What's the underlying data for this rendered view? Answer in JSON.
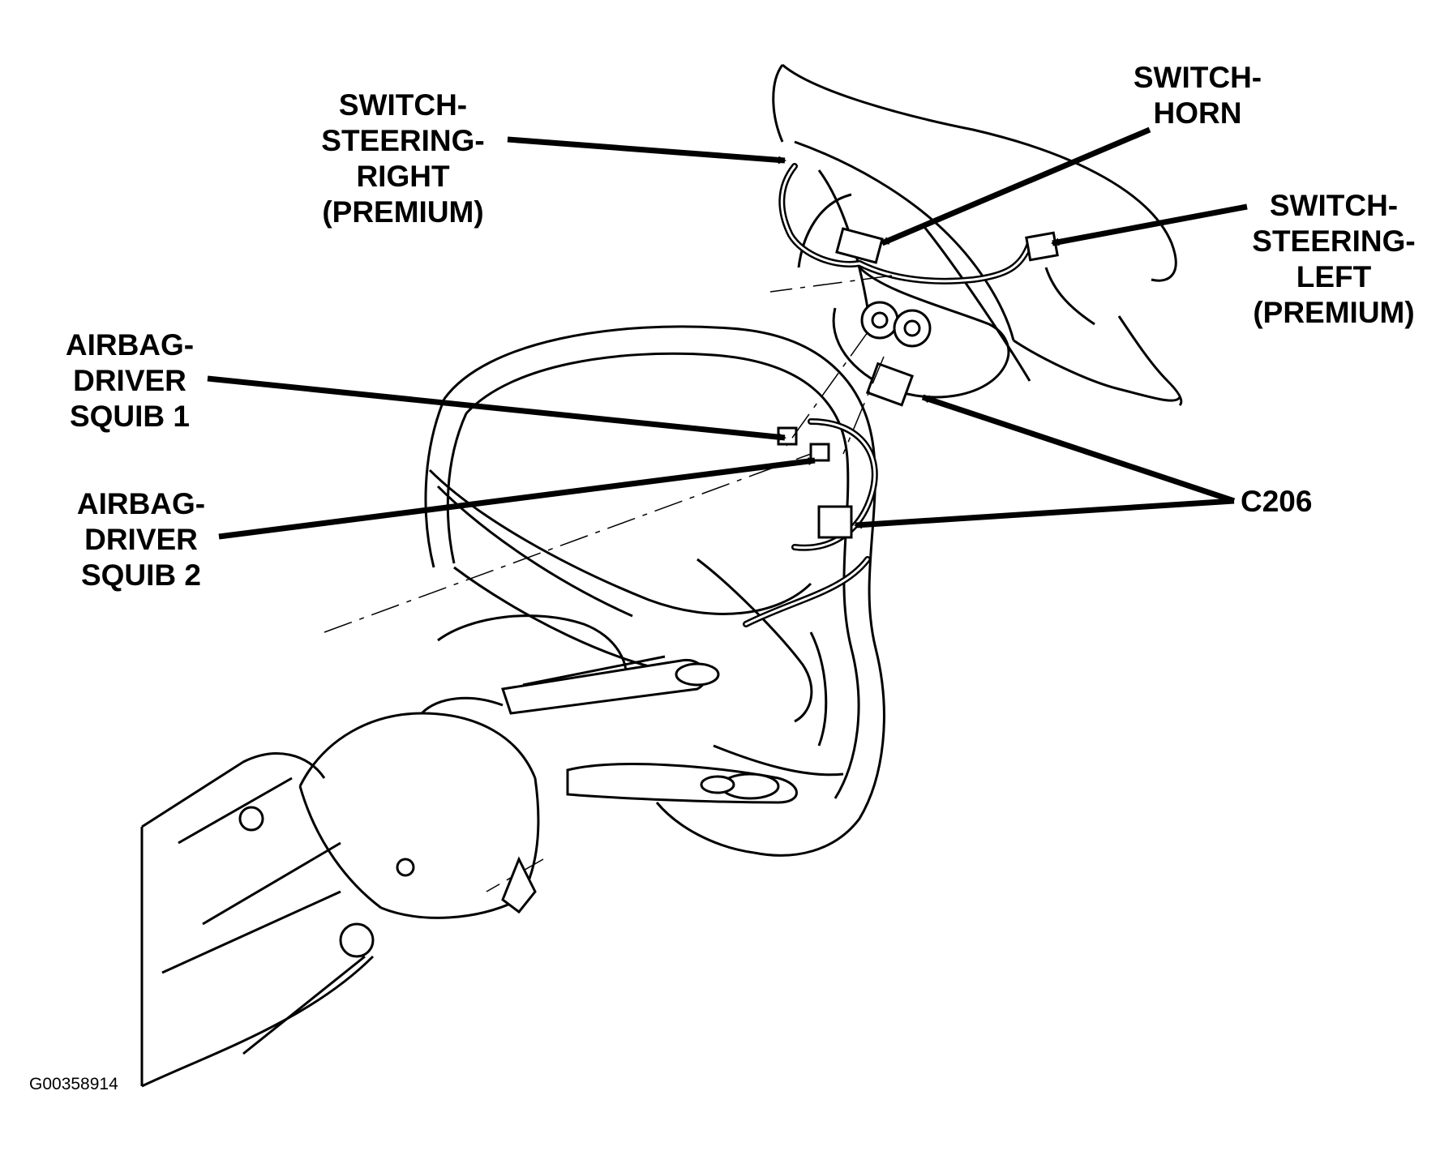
{
  "figure_id": "G00358914",
  "callouts": {
    "switch_steering_right": [
      "SWITCH-",
      "STEERING-",
      "RIGHT",
      "(PREMIUM)"
    ],
    "switch_horn": [
      "SWITCH-",
      "HORN"
    ],
    "switch_steering_left": [
      "SWITCH-",
      "STEERING-",
      "LEFT",
      "(PREMIUM)"
    ],
    "airbag_squib_1": [
      "AIRBAG-",
      "DRIVER",
      "SQUIB 1"
    ],
    "airbag_squib_2": [
      "AIRBAG-",
      "DRIVER",
      "SQUIB 2"
    ],
    "c206": [
      "C206"
    ]
  },
  "colors": {
    "ink": "#000000",
    "paper": "#ffffff"
  }
}
